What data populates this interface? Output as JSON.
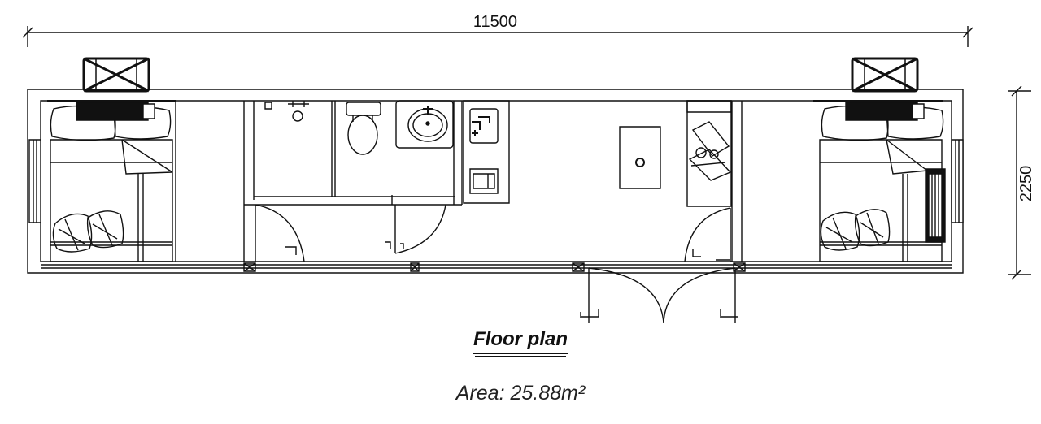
{
  "dimensions": {
    "length_label": "11500",
    "width_label": "2250"
  },
  "title": "Floor plan",
  "area_label": "Area: 25.88m²",
  "colors": {
    "line": "#111111",
    "background": "#ffffff"
  },
  "icons": [
    "air-conditioner-icon",
    "bed-icon",
    "pillow-icon",
    "toilet-icon",
    "sink-icon",
    "faucet-icon",
    "door-swing-icon",
    "window-icon",
    "table-icon",
    "armchair-icon",
    "kitchen-cabinet-icon",
    "heater-icon"
  ]
}
